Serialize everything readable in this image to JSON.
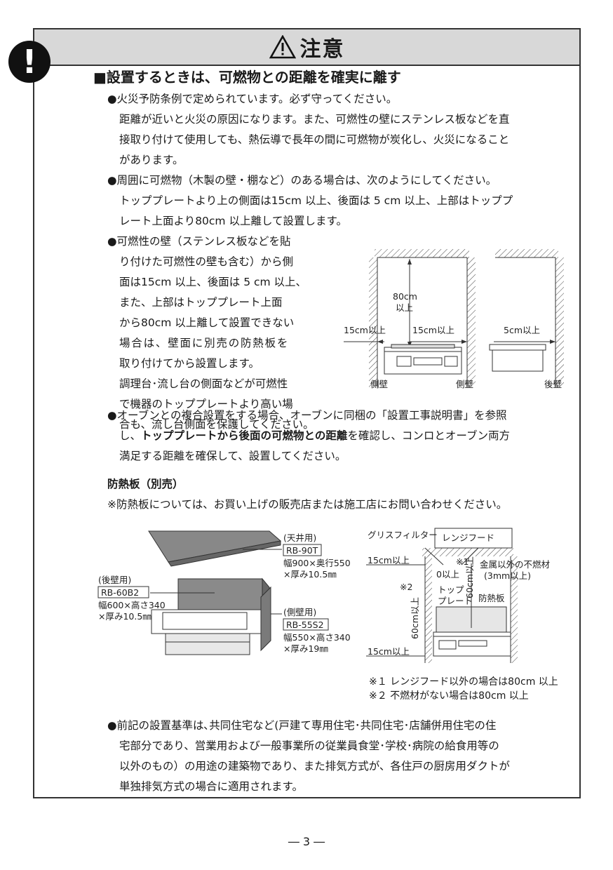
{
  "caution": {
    "title": "注意"
  },
  "heading": "■設置するときは、可燃物との距離を確実に離す",
  "bullets": {
    "b1": "●火災予防条例で定められています。必ず守ってください。",
    "b1_l1": "距離が近いと火災の原因になります。また、可燃性の壁にステンレス板などを直",
    "b1_l2": "接取り付けて使用しても、熱伝導で長年の間に可燃物が炭化し、火災になること",
    "b1_l3": "があります。",
    "b2": "●周囲に可燃物（木製の壁・棚など）のある場合は、次のようにしてください。",
    "b2_l1": "トッププレートより上の側面は15cm 以上、後面は 5 cm 以上、上部はトッププ",
    "b2_l2": "レート上面より80cm 以上離して設置します。",
    "b3": [
      "●可燃性の壁（ステンレス板などを貼",
      "り付けた可燃性の壁も含む）から側",
      "面は15cm 以上、後面は 5 cm 以上、",
      "また、上部はトッププレート上面",
      "から80cm 以上離して設置できない",
      "場合は、壁面に別売の防熱板を",
      "取り付けてから設置します。",
      "調理台･流し台の側面などが可燃性",
      "で機器のトッププレートより高い場",
      "合も、流し台側面を保護してください。"
    ],
    "b4_l1": "●オーブンとの複合設置をする場合、オーブンに同梱の「設置工事説明書」を参照",
    "b4_l2a": "し、",
    "b4_l2b": "トッププレートから後面の可燃物との距離",
    "b4_l2c": "を確認し、コンロとオーブン両方",
    "b4_l3": "満足する距離を確保して、設置してください。",
    "b5": [
      "●前記の設置基準は､共同住宅など(戸建て専用住宅･共同住宅･店舗併用住宅の住",
      "宅部分であり、営業用および一般事業所の従業員食堂･学校･病院の給食用等の",
      "以外のもの）の用途の建築物であり、また排気方式が、各住戸の厨房用ダクトが",
      "単独排気方式の場合に適用されます。"
    ]
  },
  "board": {
    "title": "防熱板（別売）",
    "note": "※防熱板については、お買い上げの販売店または施工店にお問い合わせください。"
  },
  "fig1": {
    "h80": "80cm",
    "h80b": "以上",
    "s15a": "15cm以上",
    "s15b": "15cm以上",
    "r5": "5cm以上",
    "side_a": "側壁",
    "side_b": "側壁",
    "rear": "後壁"
  },
  "fig2": {
    "ceil_use": "(天井用)",
    "ceil_model": "RB-90T",
    "ceil_dim1": "幅900×奥行550",
    "ceil_dim2": "×厚み10.5㎜",
    "rear_use": "(後壁用)",
    "rear_model": "RB-60B2",
    "rear_dim1": "幅600×高さ340",
    "rear_dim2": "×厚み10.5㎜",
    "side_use": "(側壁用)",
    "side_model": "RB-55S2",
    "side_dim1": "幅550×高さ340",
    "side_dim2": "×厚み19㎜"
  },
  "fig3": {
    "grease": "グリスフィルター",
    "hood": "レンジフード",
    "s15a": "15cm以上",
    "s15b": "15cm以上",
    "zero": "0以上",
    "nc1": "金属以外の不燃材",
    "nc2": "(3mm以上)",
    "mark1": "※1",
    "v60a": "60cm以上",
    "mark2": "※2",
    "v60b": "60cm以上",
    "top1": "トップ",
    "top2": "プレート",
    "board": "防熱板",
    "note1": "※１ レンジフード以外の場合は80cm 以上",
    "note2": "※２ 不燃材がない場合は80cm 以上"
  },
  "page_number": "― 3 ―"
}
